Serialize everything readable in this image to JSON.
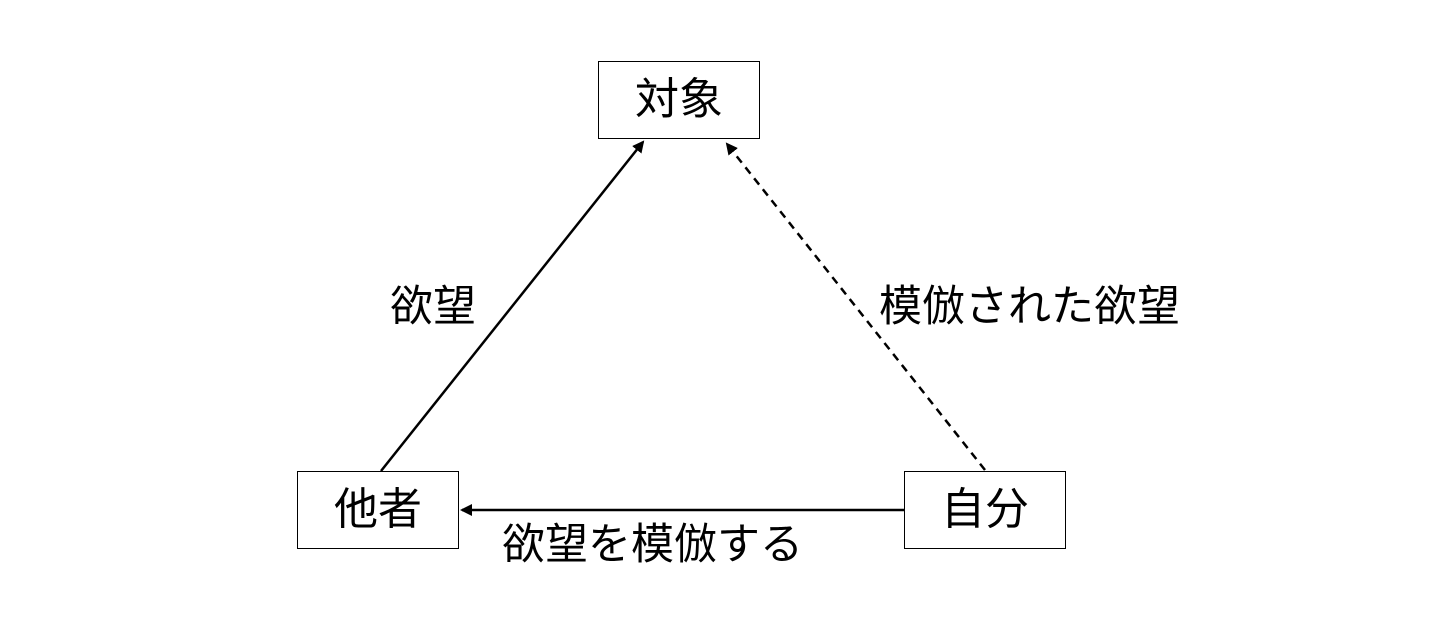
{
  "nodes": {
    "object": "対象",
    "other": "他者",
    "self": "自分"
  },
  "edges": {
    "other_to_object": {
      "label": "欲望",
      "style": "solid"
    },
    "self_to_object": {
      "label": "模倣された欲望",
      "style": "dashed"
    },
    "self_to_other": {
      "label": "欲望を模倣する",
      "style": "solid"
    }
  },
  "colors": {
    "line": "#000000",
    "box_border": "#000000",
    "background": "#ffffff"
  }
}
